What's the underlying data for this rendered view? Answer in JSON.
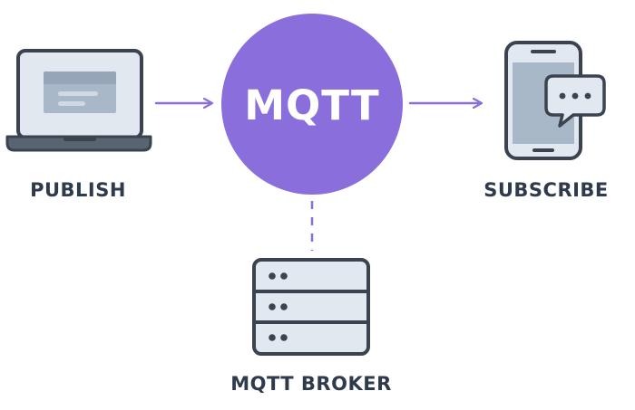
{
  "nodes": {
    "publisher": {
      "label": "PUBLISH",
      "icon": "laptop-icon"
    },
    "hub": {
      "label": "MQTT",
      "icon": "mqtt-hub-circle"
    },
    "subscriber": {
      "label": "SUBSCRIBE",
      "icon": "smartphone-chat-icon"
    },
    "broker": {
      "label": "MQTT BROKER",
      "icon": "server-stack-icon"
    }
  },
  "connections": [
    {
      "from": "publisher",
      "to": "hub",
      "style": "solid-arrow"
    },
    {
      "from": "hub",
      "to": "subscriber",
      "style": "solid-arrow"
    },
    {
      "from": "hub",
      "to": "broker",
      "style": "dashed"
    }
  ],
  "colors": {
    "accent": "#8a6fdc",
    "outline": "#3b4350",
    "fill_light": "#e2e8f0",
    "fill_mid": "#a9b8c8",
    "label": "#2f3b4c"
  }
}
